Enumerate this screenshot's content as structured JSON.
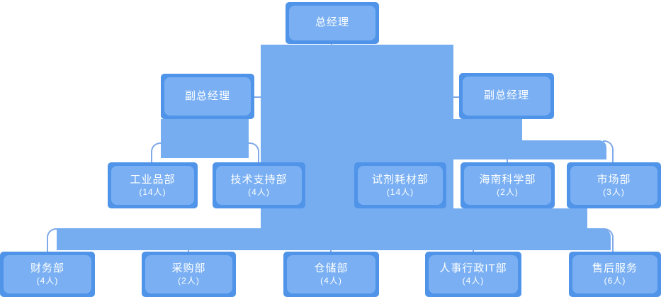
{
  "colors": {
    "node_border": "#4f94e8",
    "node_fill": "#7ab0f3",
    "connector_fill": "#76adf1",
    "connector_line": "#7fa9e9",
    "text": "#ffffff",
    "background": "#ffffff"
  },
  "org": {
    "root": {
      "label": "总经理"
    },
    "deputies": [
      {
        "label": "副总经理"
      },
      {
        "label": "副总经理"
      }
    ],
    "departments": [
      {
        "label": "工业品部",
        "count": "(14人)"
      },
      {
        "label": "技术支持部",
        "count": "(4人)"
      },
      {
        "label": "试剂耗材部",
        "count": "(14人)"
      },
      {
        "label": "海南科学部",
        "count": "(2人)"
      },
      {
        "label": "市场部",
        "count": "(3人)"
      }
    ],
    "offices": [
      {
        "label": "财务部",
        "count": "(4人)"
      },
      {
        "label": "采购部",
        "count": "(2人)"
      },
      {
        "label": "仓储部",
        "count": "(4人)"
      },
      {
        "label": "人事行政IT部",
        "count": "(4人)"
      },
      {
        "label": "售后服务",
        "count": "(6人)"
      }
    ]
  }
}
